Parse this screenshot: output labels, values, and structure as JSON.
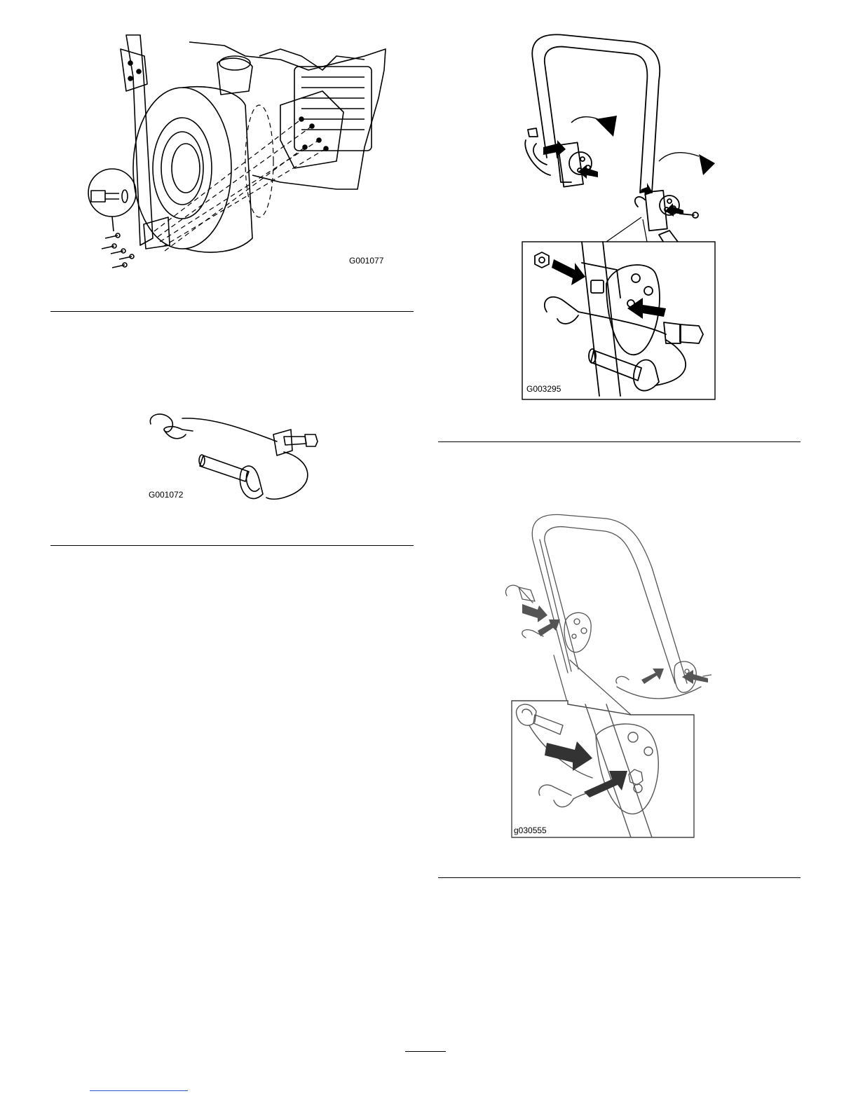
{
  "figures": [
    {
      "id": "fig1",
      "label": "G001077"
    },
    {
      "id": "fig2",
      "label": "G001072"
    },
    {
      "id": "fig3",
      "label": "G003295"
    },
    {
      "id": "fig4",
      "label": "g030555"
    }
  ]
}
